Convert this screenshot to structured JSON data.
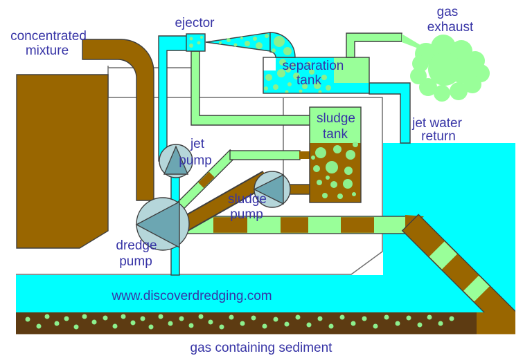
{
  "diagram": {
    "labels": {
      "concentrated_mixture": {
        "line1": "concentrated",
        "line2": "mixture"
      },
      "ejector": "ejector",
      "gas_exhaust": {
        "line1": "gas",
        "line2": "exhaust"
      },
      "separation_tank": {
        "line1": "separation",
        "line2": "tank"
      },
      "sludge_tank": {
        "line1": "sludge",
        "line2": "tank"
      },
      "jet_water_return": {
        "line1": "jet water",
        "line2": "return"
      },
      "jet_pump": {
        "line1": "jet",
        "line2": "pump"
      },
      "sludge_pump": {
        "line1": "sludge",
        "line2": "pump"
      },
      "dredge_pump": {
        "line1": "dredge",
        "line2": "pump"
      },
      "watermark": "www.discoverdredging.com",
      "caption": "gas containing sediment"
    },
    "colors": {
      "water_cyan": "#00ffff",
      "gas_green": "#99ff99",
      "slurry_brown": "#996600",
      "sediment_dark_brown": "#5d3b12",
      "pump_body": "#b5d6da",
      "pump_impeller": "#6ca6b2",
      "label_text": "#3734a6",
      "outline": "#3f3f3f",
      "hull_line": "#6f6f6f"
    }
  }
}
